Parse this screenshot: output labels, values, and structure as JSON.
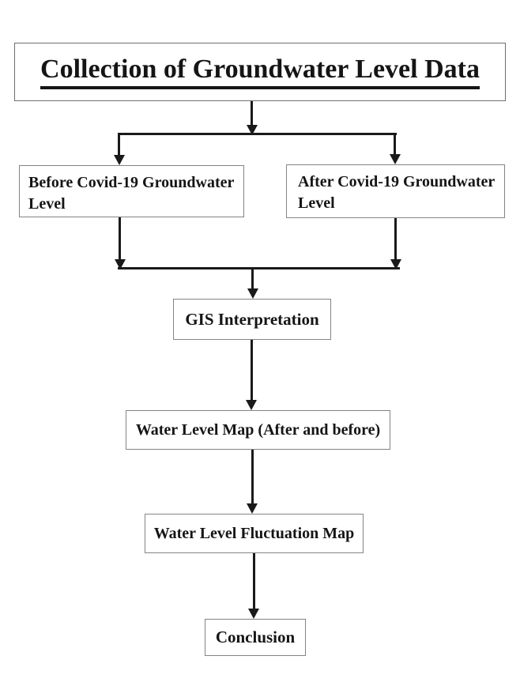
{
  "flowchart": {
    "title": "Collection of Groundwater Level Data",
    "nodes": {
      "before_covid": {
        "label": "Before Covid-19 Groundwater Level",
        "lines": [
          "Before Covid-19 Groundwater",
          "Level"
        ]
      },
      "after_covid": {
        "label": "After Covid-19 Groundwater Level",
        "lines": [
          "After Covid-19 Groundwater",
          "Level"
        ]
      },
      "gis": {
        "label": "GIS Interpretation"
      },
      "water_level_map": {
        "label": "Water Level Map (After and before)"
      },
      "fluctuation_map": {
        "label": "Water Level Fluctuation Map"
      },
      "conclusion": {
        "label": "Conclusion"
      }
    },
    "colors": {
      "background": "#ffffff",
      "box_border": "#848484",
      "line": "#1a1a1a",
      "text": "#151515"
    }
  }
}
